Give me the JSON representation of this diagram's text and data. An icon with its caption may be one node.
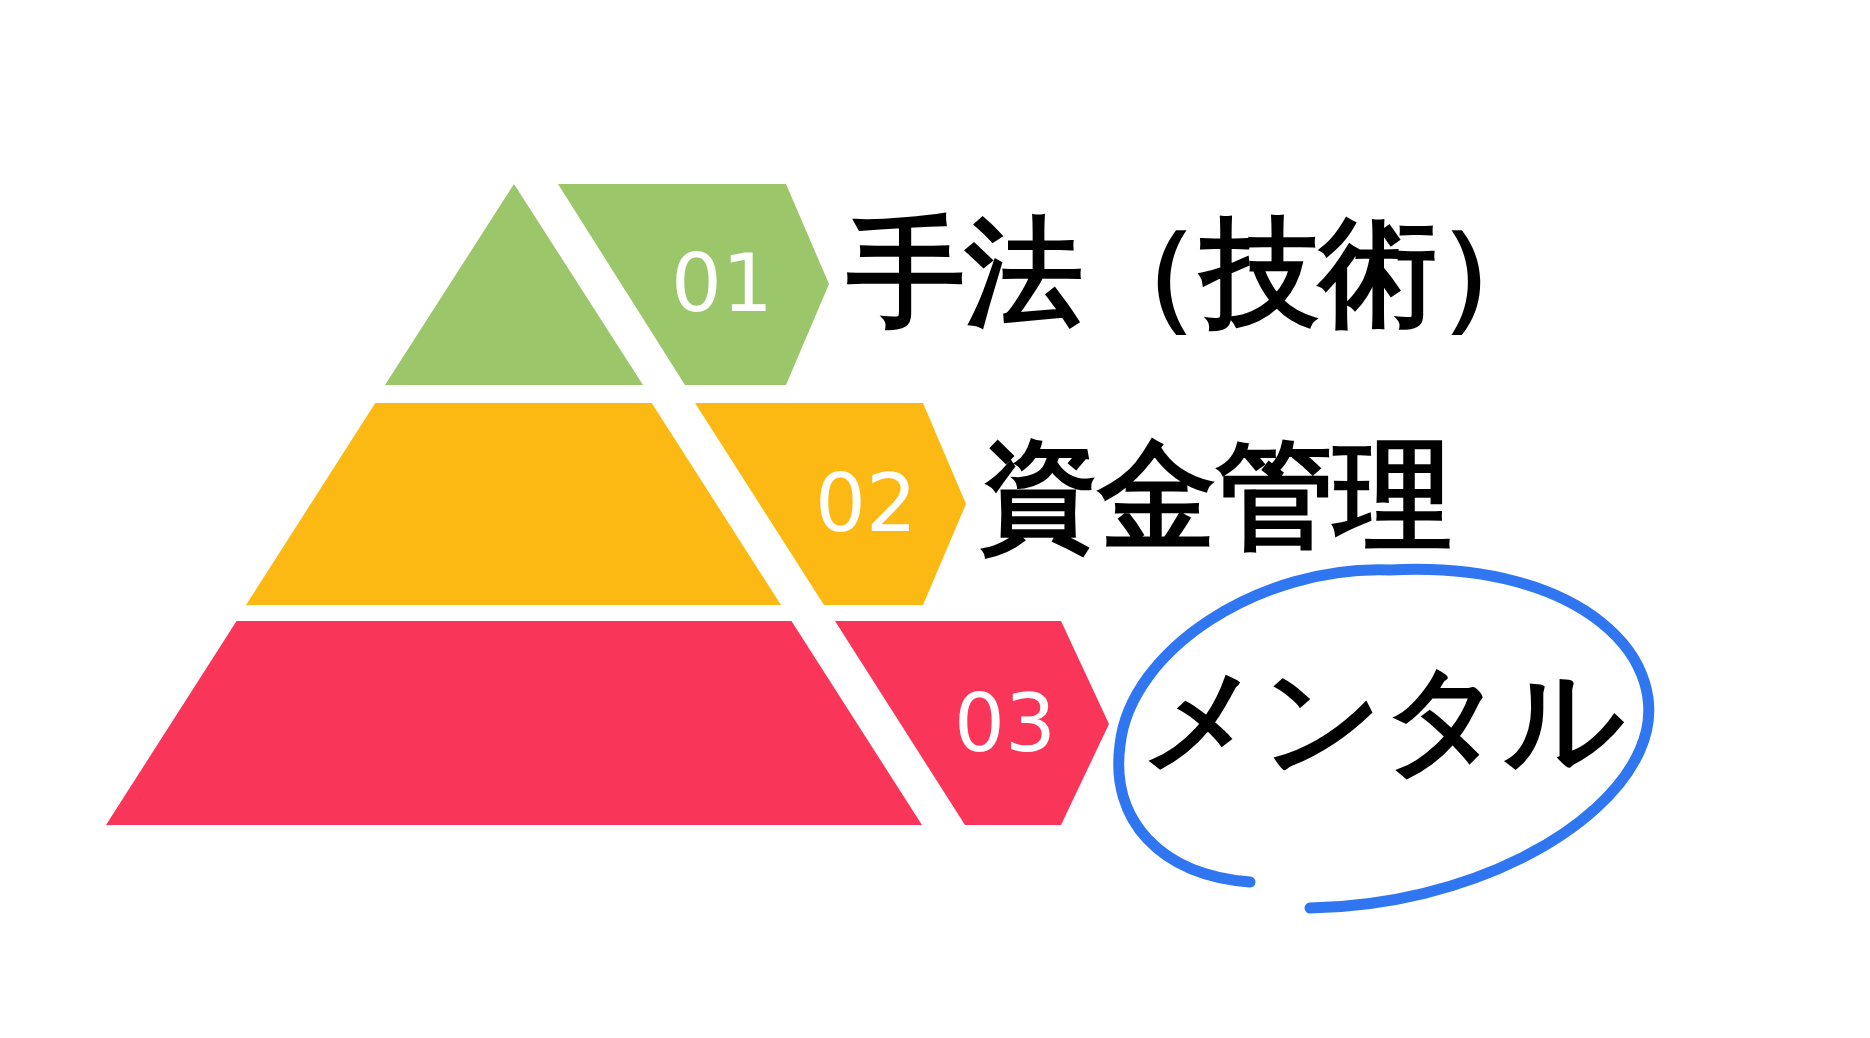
{
  "diagram": {
    "nodes": [
      {
        "text": [],
        "shape": "triangle"
      },
      {
        "text": [
          "01"
        ],
        "beside": [
          "手法（技術）"
        ]
      },
      {
        "text": [],
        "shape": "trapezoid"
      },
      {
        "text": [
          "02"
        ],
        "beside": [
          "資金管理"
        ]
      },
      {
        "text": [],
        "shape": "trapezoid"
      },
      {
        "text": [
          "03"
        ],
        "beside": [
          "メンタル"
        ]
      }
    ]
  }
}
